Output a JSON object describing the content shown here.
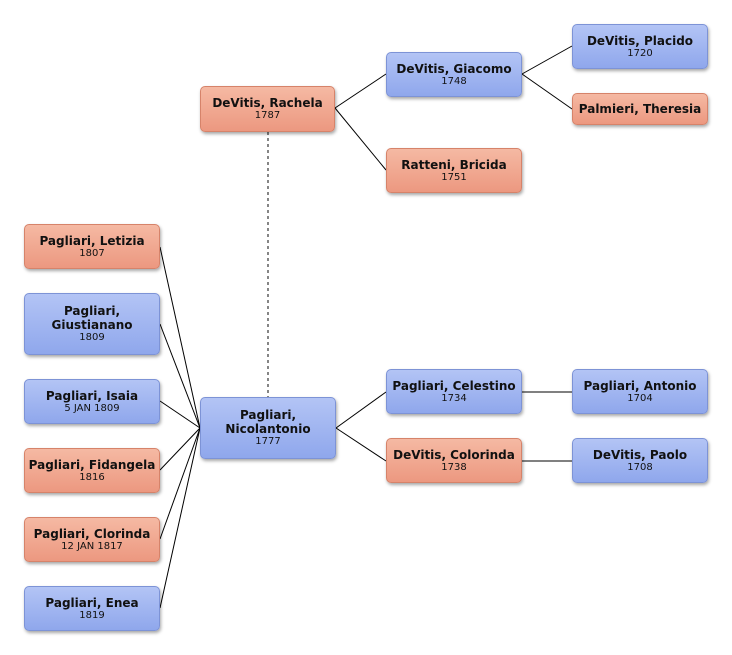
{
  "colors": {
    "male": "#9cb1f0",
    "female": "#f0a58c",
    "line": "#000000"
  },
  "people": {
    "rachela": {
      "name": "DeVitis, Rachela",
      "date": "1787",
      "sex": "female"
    },
    "giacomo": {
      "name": "DeVitis, Giacomo",
      "date": "1748",
      "sex": "male"
    },
    "placido": {
      "name": "DeVitis, Placido",
      "date": "1720",
      "sex": "male"
    },
    "theresia": {
      "name": "Palmieri, Theresia",
      "date": "",
      "sex": "female"
    },
    "bricida": {
      "name": "Ratteni, Bricida",
      "date": "1751",
      "sex": "female"
    },
    "letizia": {
      "name": "Pagliari, Letizia",
      "date": "1807",
      "sex": "female"
    },
    "giustianano": {
      "name": "Pagliari,\nGiustianano",
      "date": "1809",
      "sex": "male"
    },
    "isaia": {
      "name": "Pagliari, Isaia",
      "date": "5 JAN 1809",
      "sex": "male"
    },
    "fidangela": {
      "name": "Pagliari, Fidangela",
      "date": "1816",
      "sex": "female"
    },
    "clorinda": {
      "name": "Pagliari, Clorinda",
      "date": "12 JAN 1817",
      "sex": "female"
    },
    "enea": {
      "name": "Pagliari, Enea",
      "date": "1819",
      "sex": "male"
    },
    "nicolantonio": {
      "name": "Pagliari,\nNicolantonio",
      "date": "1777",
      "sex": "male"
    },
    "celestino": {
      "name": "Pagliari, Celestino",
      "date": "1734",
      "sex": "male"
    },
    "colorinda": {
      "name": "DeVitis, Colorinda",
      "date": "1738",
      "sex": "female"
    },
    "antonio": {
      "name": "Pagliari, Antonio",
      "date": "1704",
      "sex": "male"
    },
    "paolo": {
      "name": "DeVitis, Paolo",
      "date": "1708",
      "sex": "male"
    }
  }
}
